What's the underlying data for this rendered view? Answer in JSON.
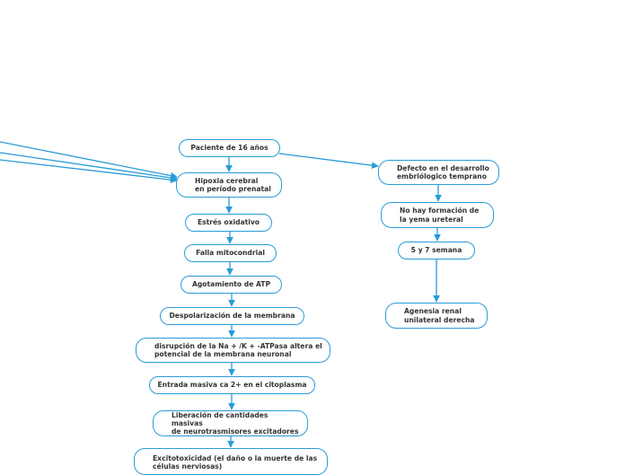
{
  "accent": "#2a9bd8",
  "nodes": {
    "paciente": "Paciente de 16 años",
    "hipoxia": "Hipoxia cerebral\nen período prenatal",
    "estres": "Estrés oxidativo",
    "falla": "Falla mitocondrial",
    "agotamiento": "Agotamiento de ATP",
    "despolarizacion": "Despolarización de la membrana",
    "disrupcion": "disrupción de la Na + /K + -ATPasa altera el\npotencial de la membrana neuronal",
    "entrada": "Entrada masiva ca 2+ en el citoplasma",
    "liberacion": "Liberación de cantidades masivas\nde neurotrasmisores excitadores",
    "excitotoxicidad": "Excitotoxicidad (el daño o la muerte de las\ncélulas nerviosas)",
    "defecto": "Defecto en el desarrollo\nembriólogico temprano",
    "yema": "No hay formación de\nla yema ureteral",
    "semana": "5 y 7 semana",
    "agenesia": "Agenesia renal\nunilateral derecha"
  }
}
